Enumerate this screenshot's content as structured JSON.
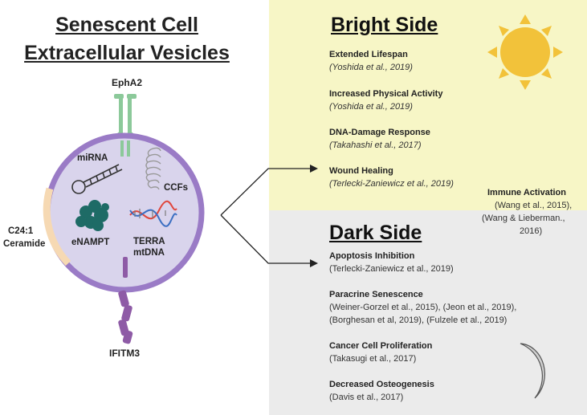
{
  "left": {
    "title_line1": "Senescent Cell",
    "title_line2": "Extracellular Vesicles",
    "labels": {
      "epha2": "EphA2",
      "mirna": "miRNA",
      "ccfs": "CCFs",
      "enampt": "eNAMPT",
      "terra": "TERRA",
      "mtdna": "mtDNA",
      "c24_line1": "C24:1",
      "c24_line2": "Ceramide",
      "ifitm3": "IFITM3"
    }
  },
  "bright": {
    "title": "Bright Side",
    "items": [
      {
        "title": "Extended Lifespan",
        "cite": "(Yoshida et al., 2019)"
      },
      {
        "title": "Increased Physical Activity",
        "cite": "(Yoshida et al., 2019)"
      },
      {
        "title": "DNA-Damage Response",
        "cite": "(Takahashi et al., 2017)"
      },
      {
        "title": "Wound Healing",
        "cite": "(Terlecki-Zaniewicz et al., 2019)"
      }
    ],
    "immune": {
      "title": "Immune Activation",
      "line1": "(Wang et al., 2015),",
      "line2": "(Wang  & Lieberman.,",
      "line3": "2016)"
    }
  },
  "dark": {
    "title": "Dark Side",
    "items": [
      {
        "title": "Apoptosis Inhibition",
        "cite1": "(Terlecki-Zaniewicz et al., 2019)",
        "cite2": ""
      },
      {
        "title": "Paracrine Senescence",
        "cite1": "(Weiner-Gorzel et al., 2015), (Jeon et al., 2019),",
        "cite2": "(Borghesan et al, 2019), (Fulzele et al., 2019)"
      },
      {
        "title": "Cancer Cell Proliferation",
        "cite1": "(Takasugi et al., 2017)",
        "cite2": ""
      },
      {
        "title": "Decreased Osteogenesis",
        "cite1": "(Davis et al., 2017)",
        "cite2": ""
      }
    ]
  },
  "colors": {
    "bright_bg": "#f7f6c6",
    "dark_bg": "#ebebeb",
    "cell_fill": "#d9d4ec",
    "cell_border": "#9a7bc6",
    "ceramide": "#f6d9b3",
    "receptor_green": "#8cc99a",
    "ifitm3_purple": "#8e5ba6",
    "enampt_teal": "#1e6b66",
    "sun": "#f2c23a",
    "moon": "#d0d0d0"
  }
}
